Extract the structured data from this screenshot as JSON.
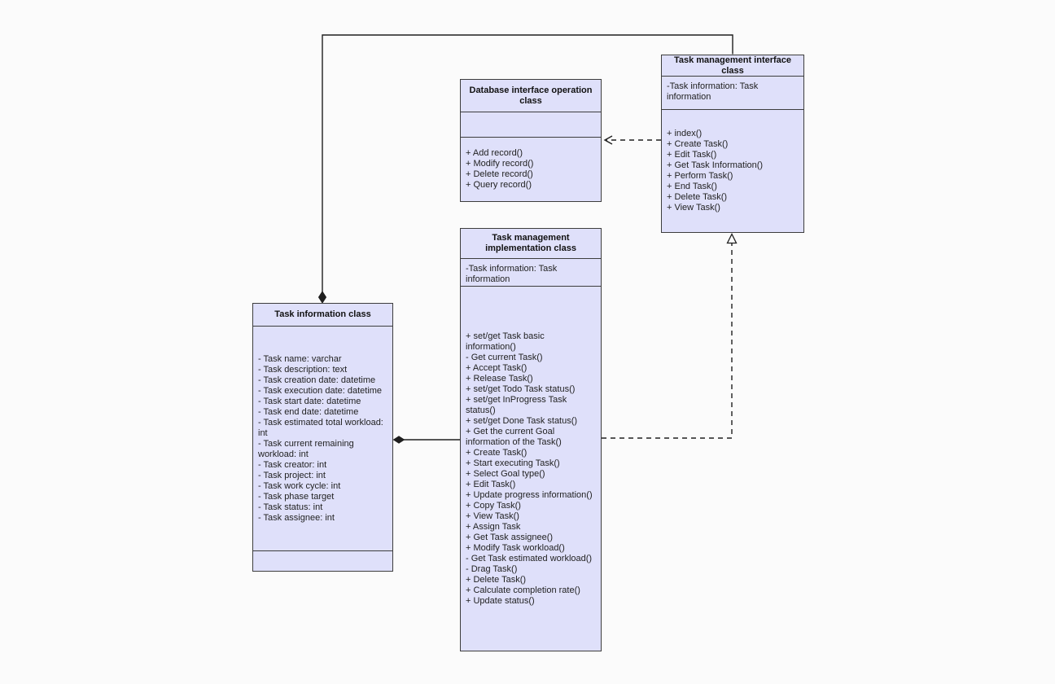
{
  "diagram": {
    "colors": {
      "class_fill": "#dfe0fa",
      "class_border": "#3d3d3d",
      "connector": "#1f1f1f",
      "background": "#fbfbfb"
    },
    "classes": {
      "database": {
        "title": "Database interface operation class",
        "attributes": [],
        "methods": [
          "+ Add record()",
          "+ Modify record()",
          "+ Delete record()",
          "+ Query record()"
        ]
      },
      "interface": {
        "title": "Task management interface class",
        "attributes": [
          "-Task information: Task information"
        ],
        "methods": [
          "+ index()",
          "+ Create Task()",
          "+ Edit Task()",
          "+ Get Task Information()",
          "+ Perform Task()",
          "+ End Task()",
          "+ Delete Task()",
          "+ View Task()"
        ]
      },
      "implementation": {
        "title": "Task management implementation class",
        "attributes": [
          "-Task information: Task information"
        ],
        "methods": [
          "+ set/get Task basic information()",
          "- Get current Task()",
          "+ Accept Task()",
          "+ Release Task()",
          "+ set/get Todo Task status()",
          "+ set/get InProgress Task status()",
          "+ set/get Done Task status()",
          "+ Get the current Goal information of the Task()",
          "+ Create Task()",
          "+ Start executing Task()",
          "+ Select Goal type()",
          "+ Edit Task()",
          "+ Update progress information()",
          "+ Copy Task()",
          "+ View Task()",
          "+ Assign Task",
          "+ Get Task assignee()",
          "+ Modify Task workload()",
          "- Get Task estimated workload()",
          "- Drag Task()",
          "+ Delete Task()",
          "+ Calculate completion rate()",
          "+ Update status()"
        ]
      },
      "task_info": {
        "title": "Task information class",
        "attributes": [
          "- Task name: varchar",
          "- Task description: text",
          "- Task creation date: datetime",
          "- Task execution date: datetime",
          "- Task start date: datetime",
          "- Task end date: datetime",
          "- Task estimated total workload: int",
          "- Task current remaining workload: int",
          "- Task creator: int",
          "- Task project: int",
          "- Task work cycle: int",
          "- Task phase target",
          "- Task status: int",
          "- Task assignee: int"
        ],
        "methods": []
      }
    },
    "relationships": [
      {
        "type": "composition",
        "from": "interface",
        "to": "task_info"
      },
      {
        "type": "dependency",
        "from": "interface",
        "to": "database"
      },
      {
        "type": "realization",
        "from": "implementation",
        "to": "interface"
      },
      {
        "type": "composition",
        "from": "implementation",
        "to": "task_info"
      }
    ]
  }
}
